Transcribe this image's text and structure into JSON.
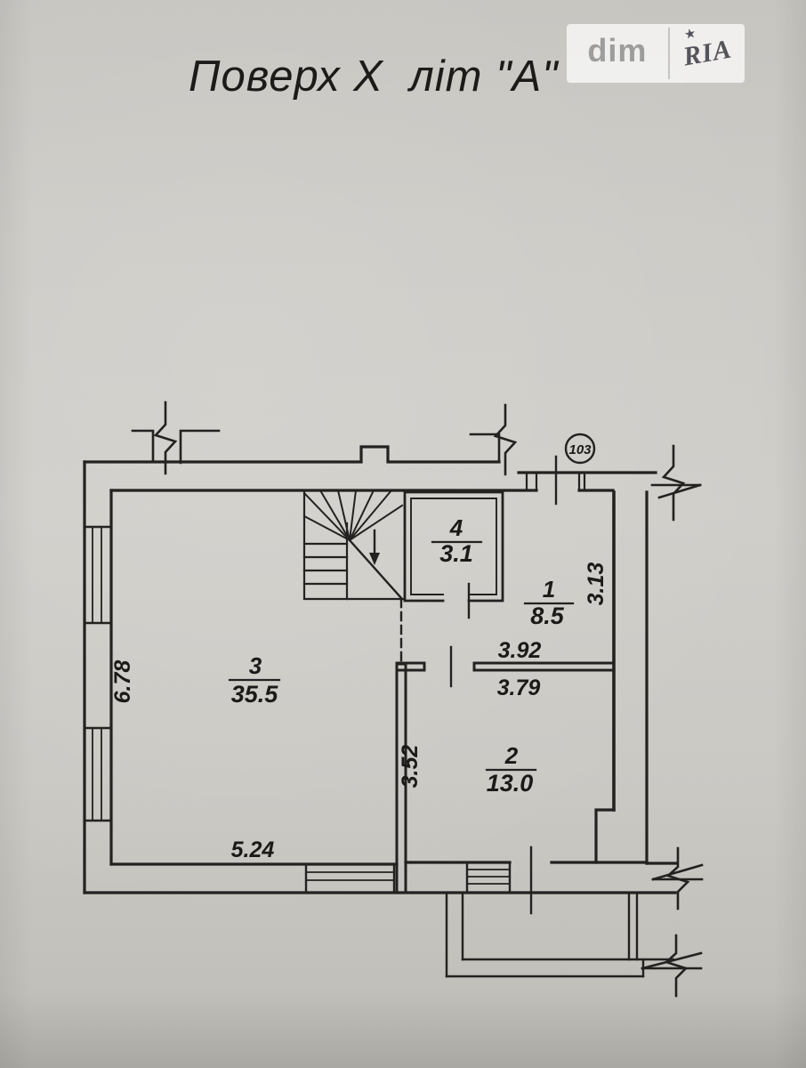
{
  "title": "Поверх Х  літ \"А\"",
  "watermark": {
    "dim_label": "dim",
    "ria_label": "RIA",
    "star": "★"
  },
  "plan": {
    "unit_circle_label": "103",
    "rooms": {
      "r1": {
        "num": "1",
        "area": "8.5"
      },
      "r2": {
        "num": "2",
        "area": "13.0"
      },
      "r3": {
        "num": "3",
        "area": "35.5"
      },
      "r4": {
        "num": "4",
        "area": "3.1"
      }
    },
    "dims": {
      "left_wall_height": "6.78",
      "room3_width": "5.24",
      "corridor_width": "3.92",
      "room2_width": "3.79",
      "room2_height": "3.52",
      "room1_height": "3.13"
    },
    "colors": {
      "line": "#232220",
      "paper": "#cdcbc6"
    }
  }
}
